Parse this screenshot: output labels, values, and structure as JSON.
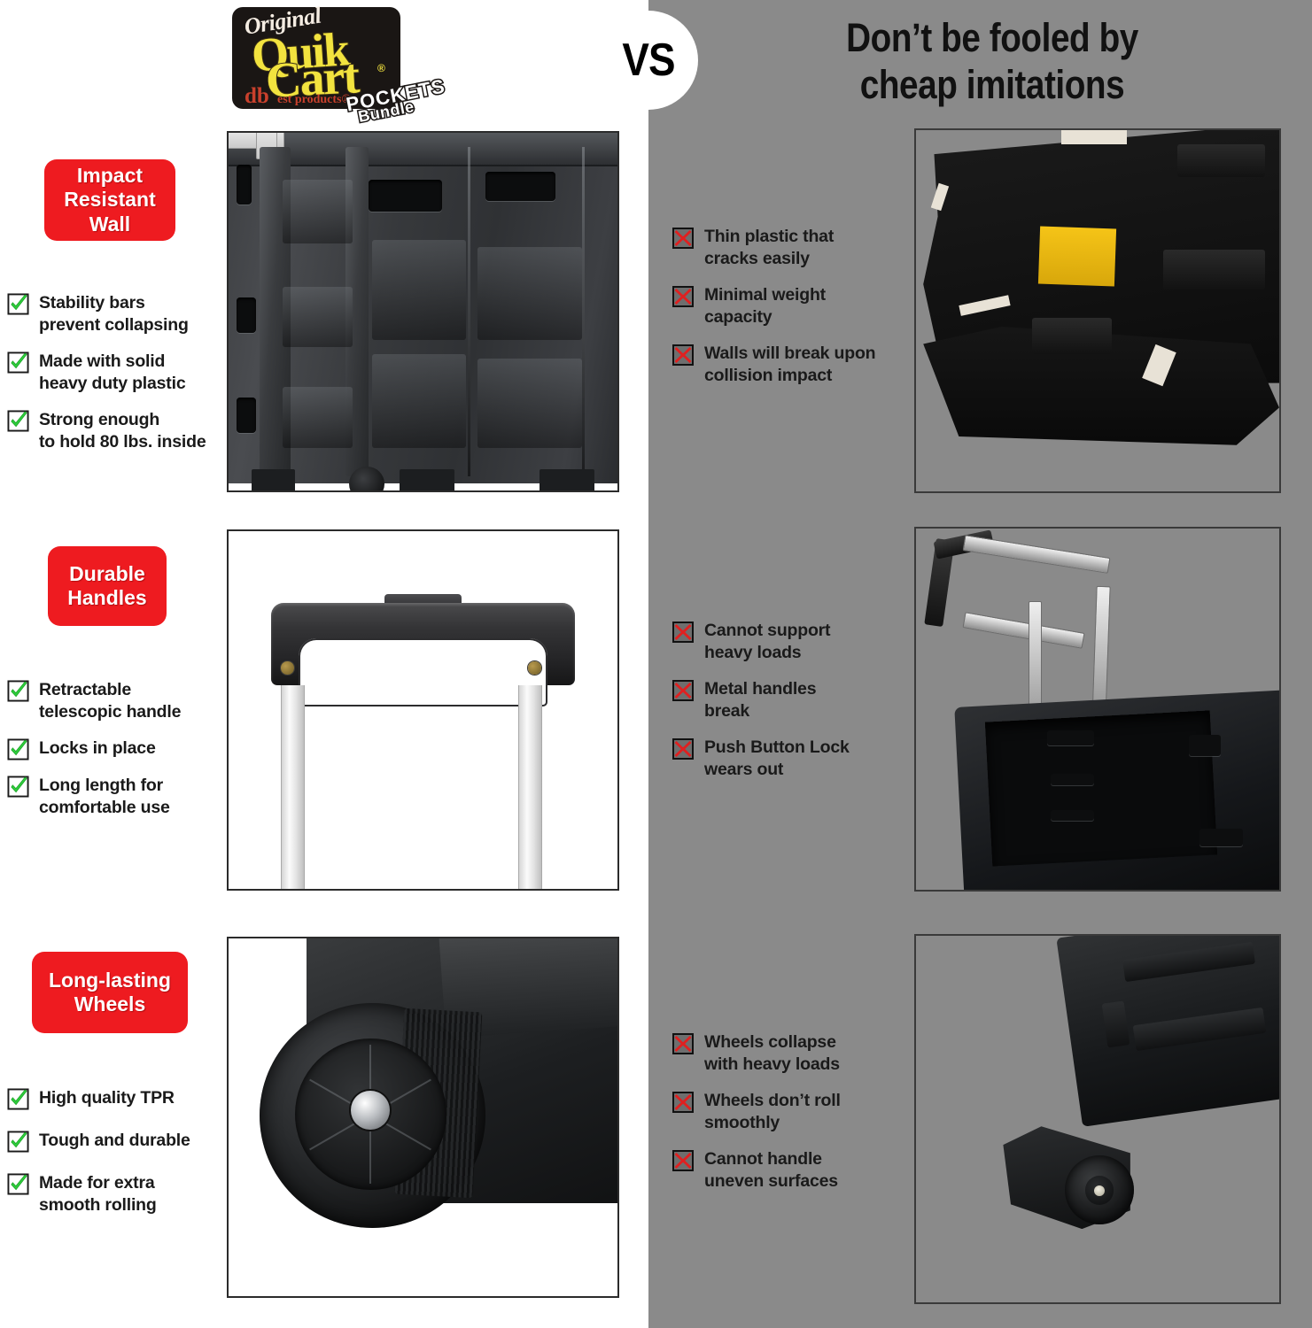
{
  "header": {
    "logo": {
      "original": "Original",
      "quik": "Quik",
      "cart": "Cart",
      "registered": "®",
      "db": "db",
      "est_products": "est products®",
      "pockets": "POCKETS",
      "bundle": "Bundle"
    },
    "vs_label": "VS",
    "right_title": "Don’t be fooled by\ncheap imitations"
  },
  "colors": {
    "pill_red": "#ee1b20",
    "gray_panel": "#8a8a8a",
    "check_green": "#22bb33",
    "x_red": "#e02020",
    "text_dark": "#1a1a1a"
  },
  "sections": [
    {
      "pill_label": "Impact\nResistant\nWall",
      "pros": [
        "Stability bars\nprevent collapsing",
        "Made with solid\nheavy duty plastic",
        "Strong enough\nto hold 80 lbs. inside"
      ],
      "cons": [
        "Thin plastic that\ncracks easily",
        "Minimal weight\ncapacity",
        "Walls will break upon\ncollision impact"
      ],
      "left_photo_name": "impact-resistant-wall-photo",
      "right_photo_name": "cracked-thin-plastic-wall-photo"
    },
    {
      "pill_label": "Durable\nHandles",
      "pros": [
        "Retractable\ntelescopic handle",
        "Locks in place",
        "Long length for\ncomfortable use"
      ],
      "cons": [
        "Cannot support\nheavy loads",
        "Metal handles\nbreak",
        "Push Button Lock\nwears out"
      ],
      "left_photo_name": "telescopic-handle-photo",
      "right_photo_name": "broken-metal-handle-photo"
    },
    {
      "pill_label": "Long-lasting\nWheels",
      "pros": [
        "High quality TPR",
        "Tough and durable",
        "Made for extra\nsmooth rolling"
      ],
      "cons": [
        "Wheels collapse\nwith heavy loads",
        "Wheels don’t roll\nsmoothly",
        "Cannot handle\nuneven surfaces"
      ],
      "left_photo_name": "tpr-wheel-closeup-photo",
      "right_photo_name": "detached-broken-wheel-photo"
    }
  ],
  "icons": {
    "check": "check-icon",
    "cross": "x-icon"
  }
}
